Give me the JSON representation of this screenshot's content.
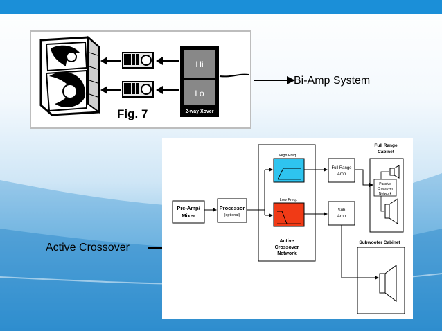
{
  "slide": {
    "bi_amp_label": "Bi-Amp System",
    "active_crossover_label": "Active Crossover"
  },
  "figure": {
    "caption": "Fig. 7",
    "hi_label": "Hi",
    "lo_label": "Lo",
    "xover_label": "2-way Xover"
  },
  "diagram": {
    "preamp": [
      "Pre-Amp/",
      "Mixer"
    ],
    "processor": "Processor",
    "processor_note": "(optional)",
    "high_freq": "High Freq.",
    "low_freq": "Low Freq.",
    "crossover_label": [
      "Active",
      "Crossover",
      "Network"
    ],
    "full_range_amp": [
      "Full Range",
      "Amp"
    ],
    "sub_amp": [
      "Sub",
      "Amp"
    ],
    "full_range_cabinet": [
      "Full Range",
      "Cabinet"
    ],
    "passive_network": [
      "Passive",
      "Crossover",
      "Network"
    ],
    "subwoofer_cabinet": "Subwoofer Cabinet"
  },
  "colors": {
    "accent_blue": "#1b8fd8",
    "high_filter": "#2ec4ef",
    "low_filter": "#f03a16"
  }
}
